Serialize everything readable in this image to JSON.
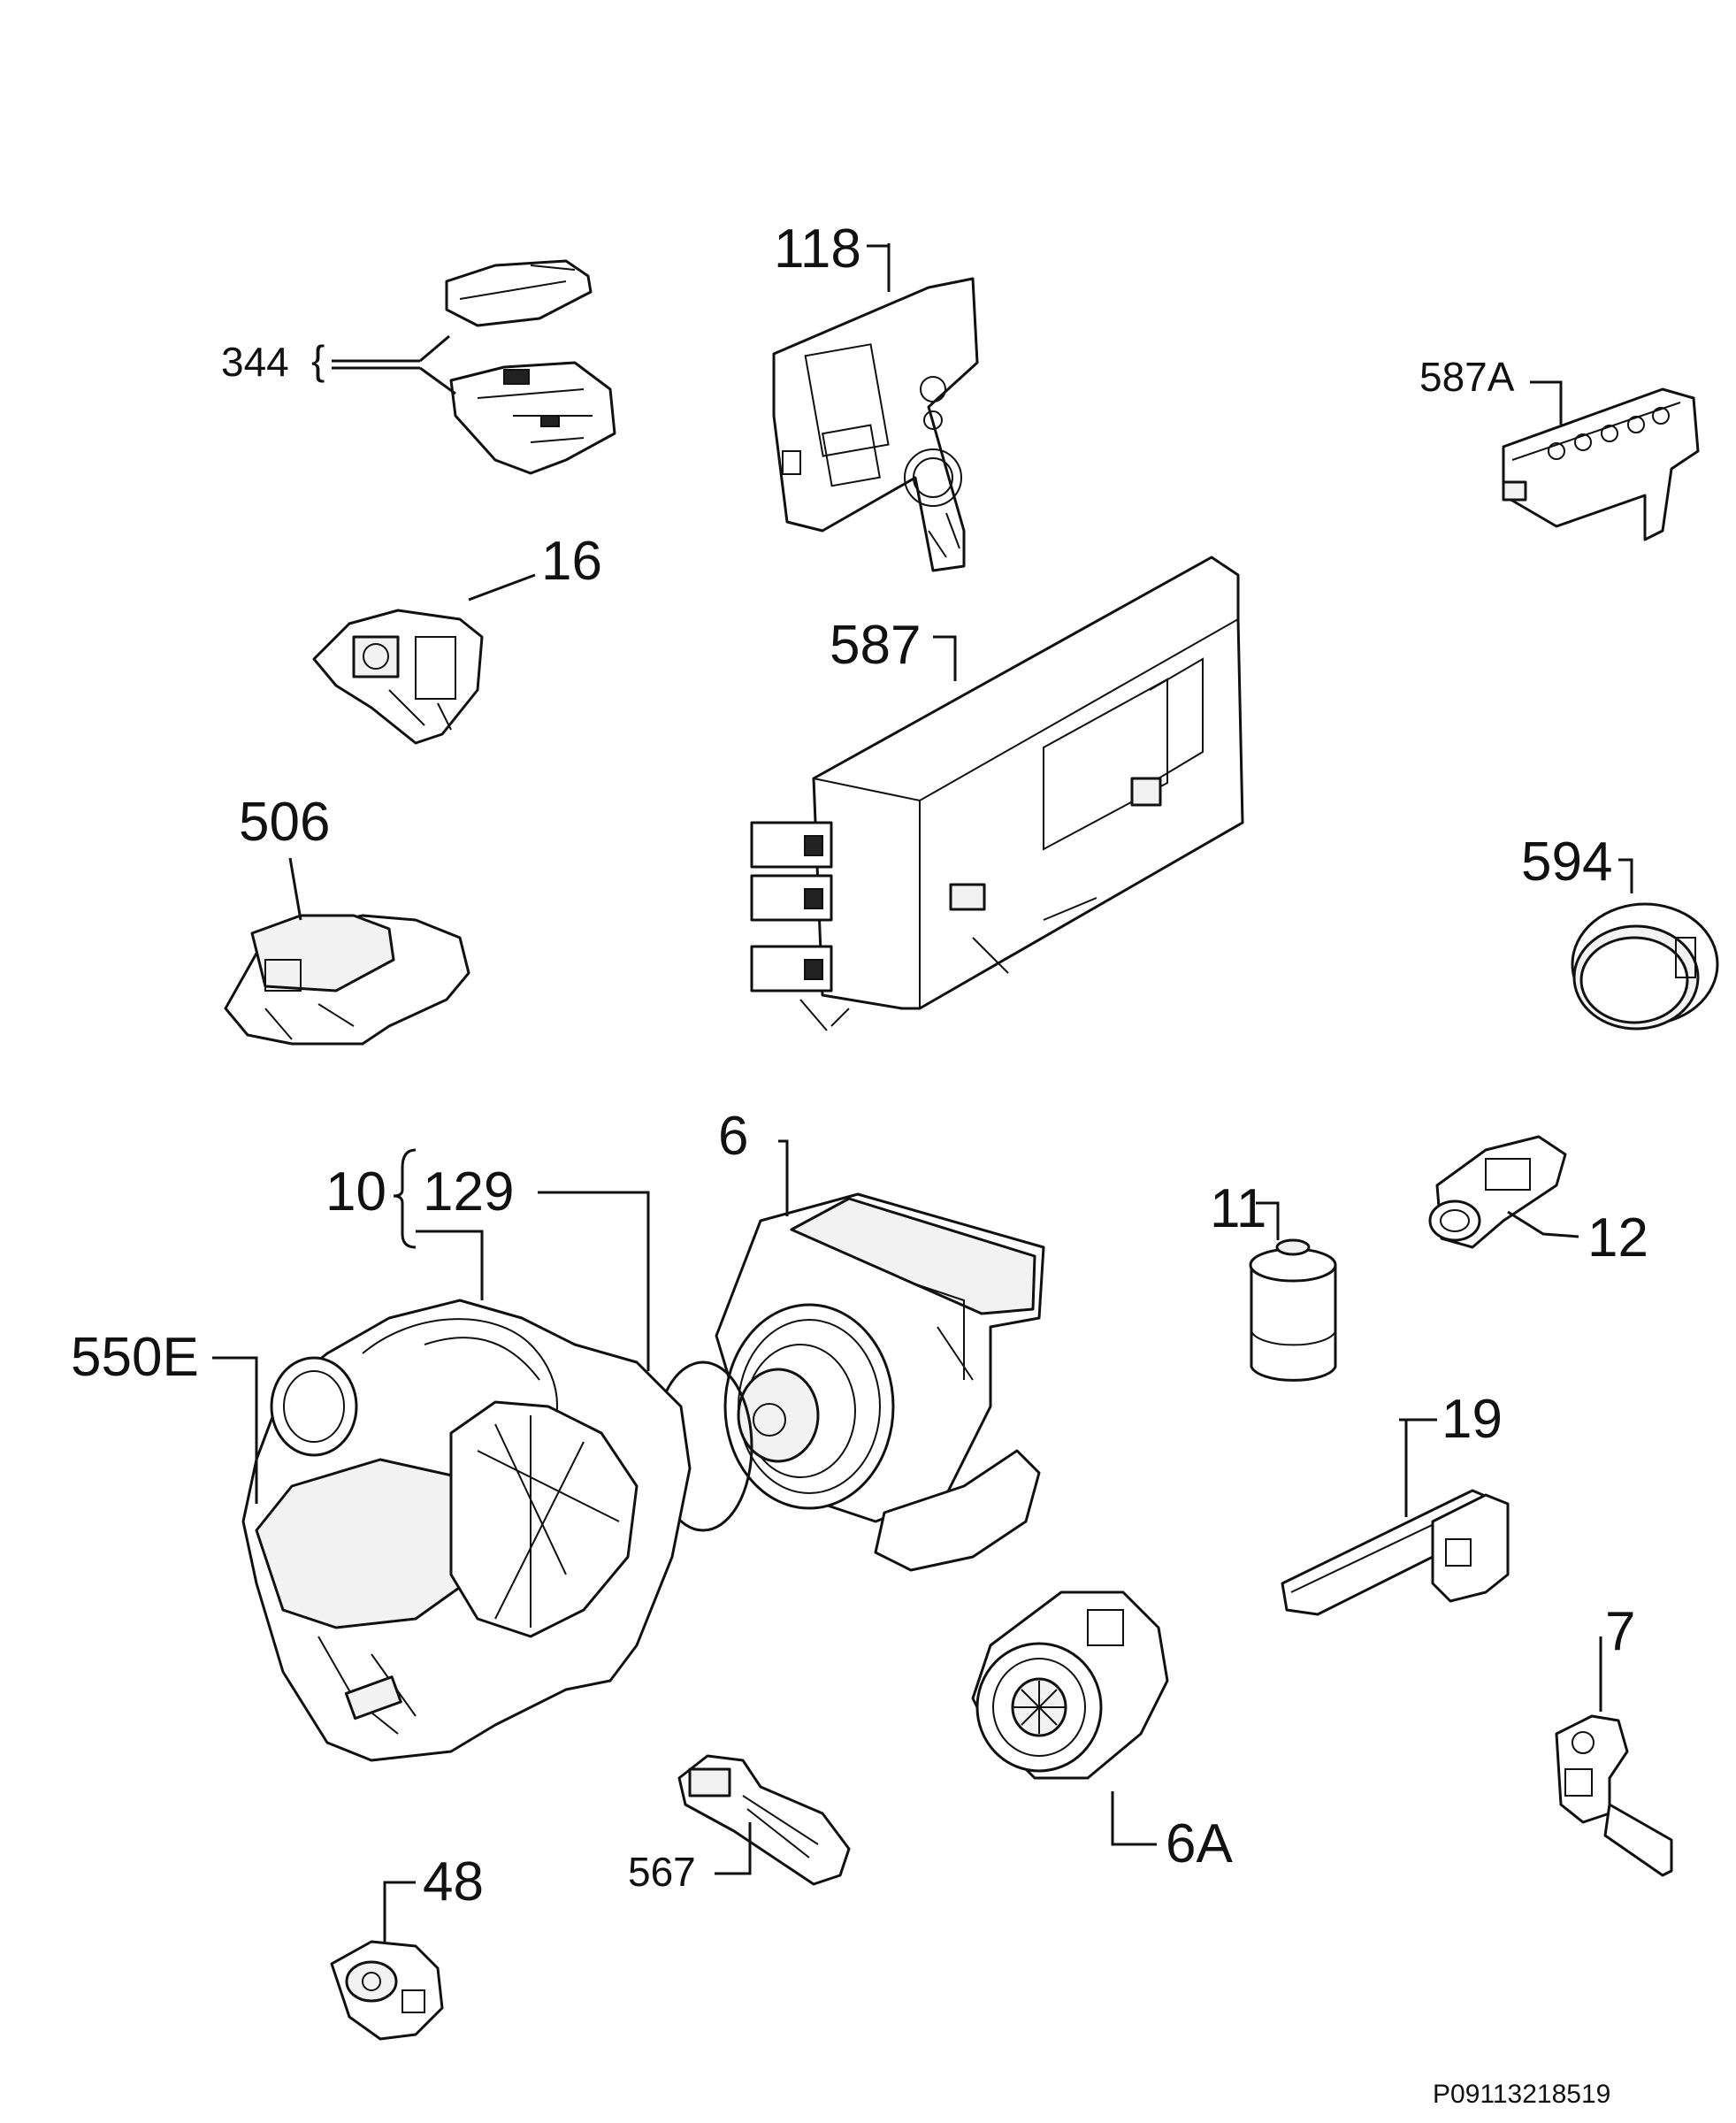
{
  "labels": {
    "p344": "344",
    "p118": "118",
    "p587A": "587A",
    "p16": "16",
    "p587": "587",
    "p506": "506",
    "p594": "594",
    "p6": "6",
    "p10": "10",
    "p129": "129",
    "p11": "11",
    "p12": "12",
    "p550E": "550E",
    "p19": "19",
    "p7": "7",
    "p567": "567",
    "p6A": "6A",
    "p48": "48"
  },
  "drawing_code": "P09113218519"
}
